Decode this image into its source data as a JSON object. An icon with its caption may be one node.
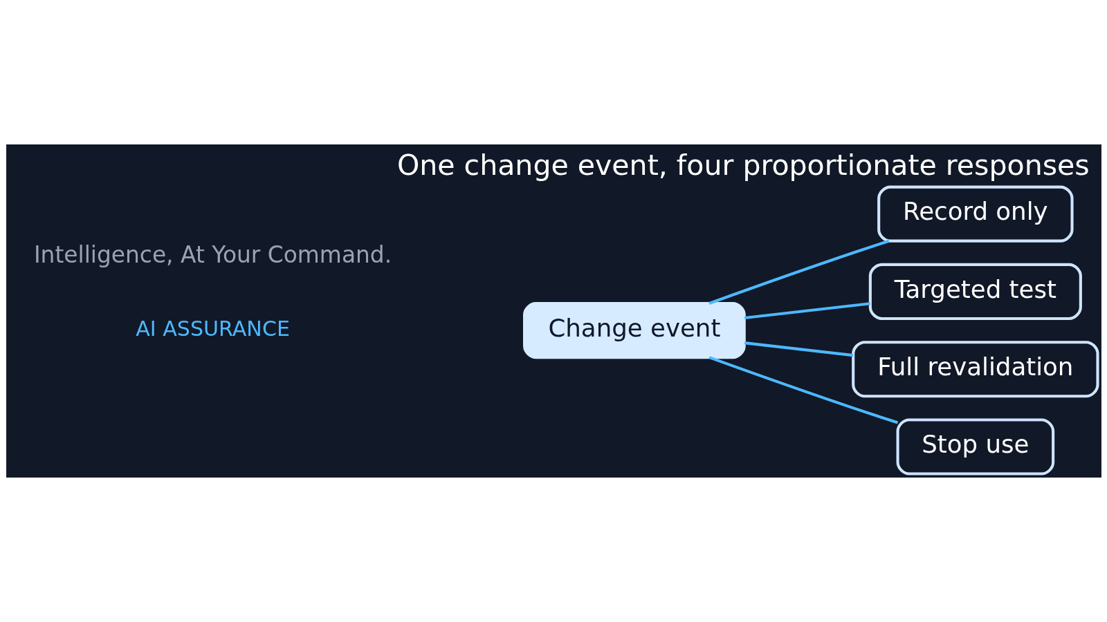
{
  "diagram": {
    "title": "One change event, four proportionate responses",
    "nodes": [
      {
        "text": [
          "Change event"
        ]
      },
      {
        "text": [
          "Record only"
        ]
      },
      {
        "text": [
          "Targeted test"
        ]
      },
      {
        "text": [
          "Full revalidation"
        ]
      },
      {
        "text": [
          "Stop use"
        ]
      }
    ],
    "edges": [
      {
        "from": 0,
        "to": 1,
        "arrow": "none"
      },
      {
        "from": 0,
        "to": 2,
        "arrow": "none"
      },
      {
        "from": 0,
        "to": 3,
        "arrow": "none"
      },
      {
        "from": 0,
        "to": 4,
        "arrow": "none"
      }
    ],
    "labels": [
      "AI ASSURANCE",
      "Intelligence, At Your Command."
    ]
  }
}
